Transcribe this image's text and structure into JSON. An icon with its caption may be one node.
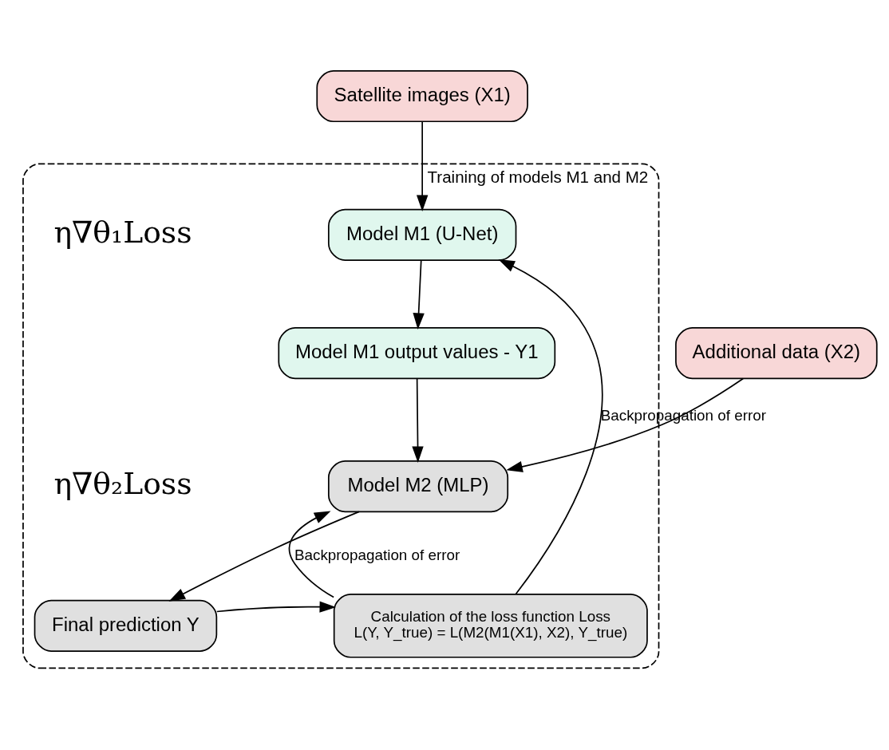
{
  "diagram": {
    "nodes": [
      {
        "text": [
          "Satellite images (X1)"
        ]
      },
      {
        "text": [
          "Training of models M1 and M2"
        ]
      },
      {
        "text": [
          "Model M1 (U-Net)"
        ],
        "in": 1
      },
      {
        "text": [
          "Model M1 output values - Y1"
        ],
        "in": 1
      },
      {
        "text": [
          "Additional data (X2)"
        ]
      },
      {
        "text": [
          "Model M2 (MLP)"
        ],
        "in": 1
      },
      {
        "text": [
          "Calculation of the loss function Loss",
          "L(Y, Y_true) = L(M2(M1(X1), X2), Y_true)"
        ],
        "in": 1
      },
      {
        "text": [
          "Final prediction Y"
        ],
        "in": 1
      }
    ],
    "edges": [
      {
        "from": 0,
        "to": 2,
        "arrow": "to"
      },
      {
        "from": 2,
        "to": 3,
        "arrow": "to"
      },
      {
        "from": 3,
        "to": 5,
        "arrow": "to"
      },
      {
        "from": 4,
        "to": 5,
        "arrow": "to"
      },
      {
        "from": 5,
        "to": 7,
        "arrow": "to"
      },
      {
        "from": 7,
        "to": 6,
        "arrow": "to"
      },
      {
        "from": 6,
        "to": 2,
        "arrow": "to",
        "label": "Backpropagation of error"
      },
      {
        "from": 6,
        "to": 5,
        "arrow": "to",
        "label": "Backpropagation of error"
      }
    ],
    "labels": [
      "η∇θ₁Loss",
      "η∇θ₂Loss"
    ]
  }
}
